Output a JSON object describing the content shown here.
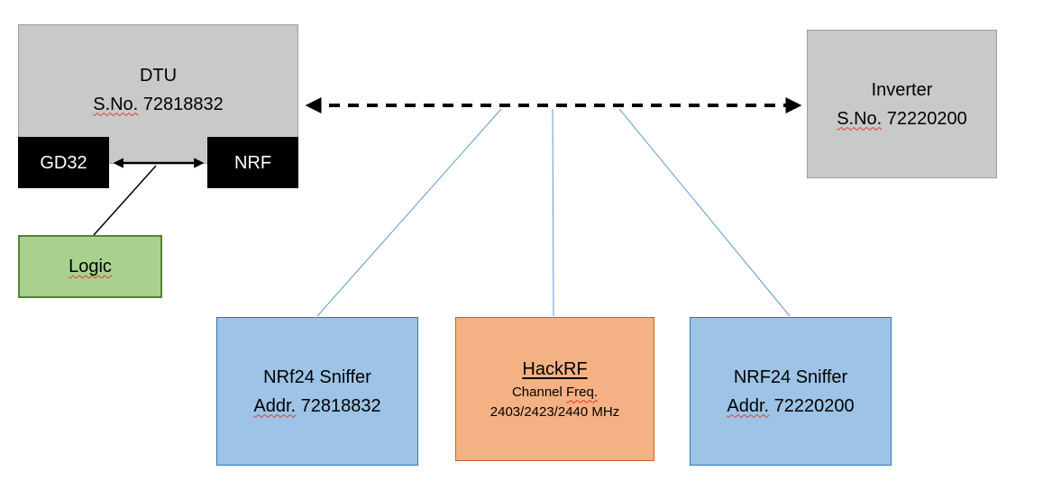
{
  "dtu": {
    "title": "DTU",
    "serial_label": "S.No.",
    "serial_number": "72818832"
  },
  "gd32": {
    "label": "GD32"
  },
  "nrf": {
    "label": "NRF"
  },
  "logic": {
    "label": "Logic"
  },
  "inverter": {
    "title": "Inverter",
    "serial_label": "S.No.",
    "serial_number": "72220200"
  },
  "sniffer_left": {
    "title": "NRf24 Sniffer",
    "addr_label": "Addr.",
    "addr_value": "72818832"
  },
  "hackrf": {
    "title": "HackRF",
    "channel_label": "Channel",
    "freq_label": "Freq.",
    "frequencies": "2403/2423/2440 MHz"
  },
  "sniffer_right": {
    "title": "NRF24 Sniffer",
    "addr_label": "Addr.",
    "addr_value": "72220200"
  },
  "colors": {
    "gray_fill": "#c9c9c9",
    "black_fill": "#000000",
    "white_text": "#ffffff",
    "green_fill": "#a9d18e",
    "green_border": "#548235",
    "blue_fill": "#9dc3e6",
    "blue_border": "#2e74b5",
    "orange_fill": "#f4b183",
    "orange_border": "#cb6120",
    "connector_blue": "#5b9bd5",
    "arrow_black": "#000000",
    "spellcheck_red": "#e03c31"
  }
}
